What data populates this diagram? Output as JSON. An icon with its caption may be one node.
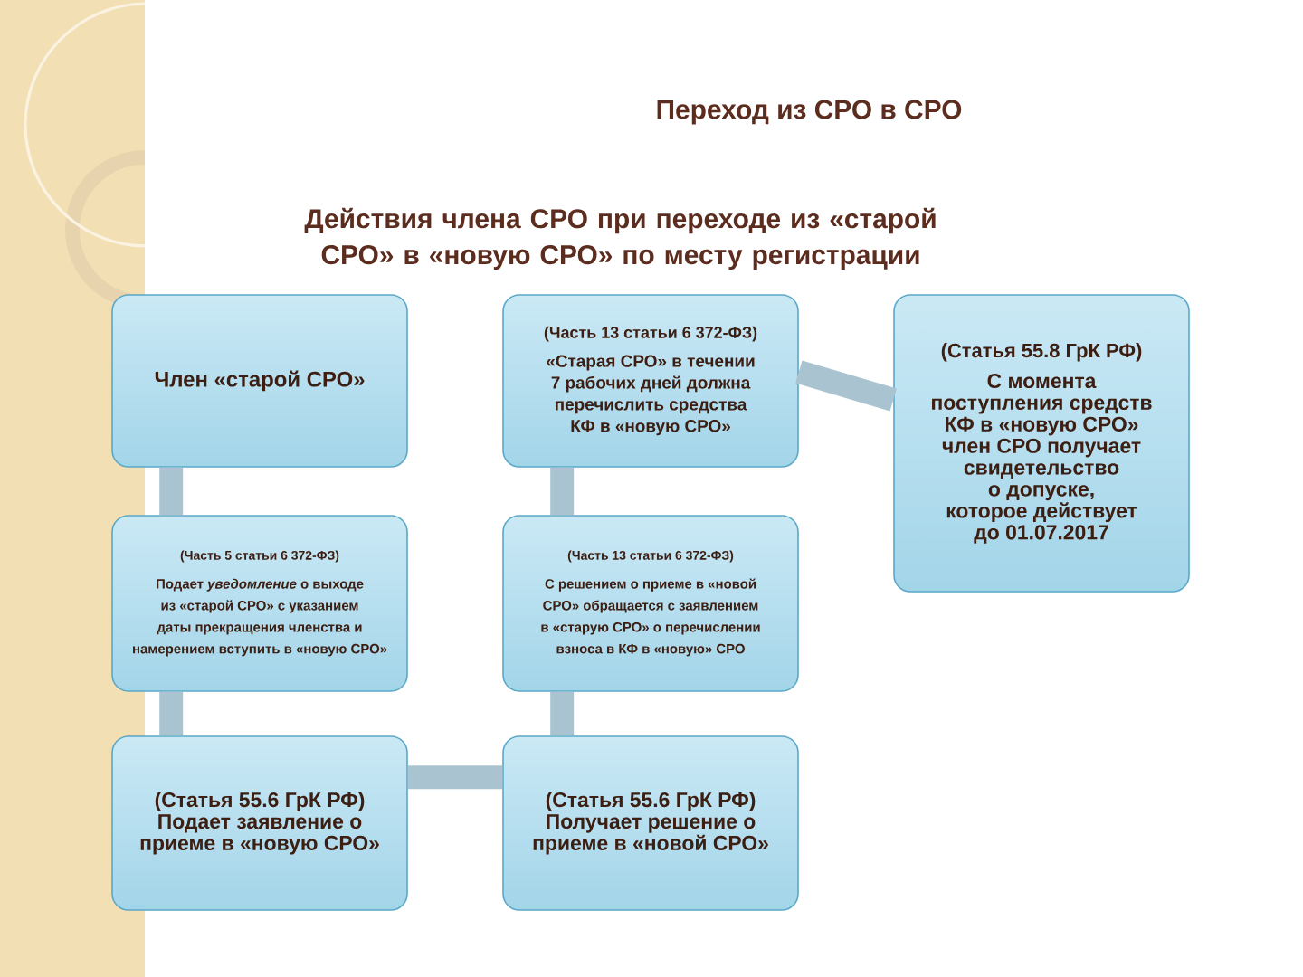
{
  "diagram": {
    "title": "Переход из СРО в СРО",
    "nodes": [
      {
        "text": [
          "Член «старой СРО»"
        ]
      },
      {
        "text": [
          "(Часть 5 статьи 6 372-ФЗ)",
          "Подает *уведомление* о выходе из «старой СРО» с указанием даты прекращения членства и намерением вступить в «новую СРО»"
        ]
      },
      {
        "text": [
          "(Статья 55.6 ГрК РФ)",
          "Подает заявление о приеме в «новую СРО»"
        ]
      },
      {
        "text": [
          "(Статья 55.6 ГрК РФ)",
          "Получает решение о приеме в «новой СРО»"
        ]
      },
      {
        "text": [
          "(Часть 13 статьи 6 372-ФЗ)",
          "С решением о приеме в «новой СРО» обращается с заявлением в «старую СРО» о перечислении взноса в КФ в «новую» СРО"
        ]
      },
      {
        "text": [
          "(Часть 13 статьи 6 372-ФЗ)",
          "«Старая СРО» в течении 7 рабочих дней должна перечислить средства КФ в «новую СРО»"
        ]
      },
      {
        "text": [
          "(Статья 55.8 ГрК РФ)",
          "С момента поступления средств КФ в «новую СРО» член СРО получает свидетельство о допуске, которое действует до 01.07.2017"
        ]
      }
    ],
    "edges": [
      {
        "from": 0,
        "to": 1,
        "arrow": "none"
      },
      {
        "from": 1,
        "to": 2,
        "arrow": "none"
      },
      {
        "from": 2,
        "to": 3,
        "arrow": "none"
      },
      {
        "from": 3,
        "to": 4,
        "arrow": "none"
      },
      {
        "from": 4,
        "to": 5,
        "arrow": "none"
      },
      {
        "from": 5,
        "to": 6,
        "arrow": "none"
      }
    ],
    "labels": [
      "Действия члена СРО при переходе из «старой СРО» в «новую СРО» по месту регистрации"
    ]
  }
}
